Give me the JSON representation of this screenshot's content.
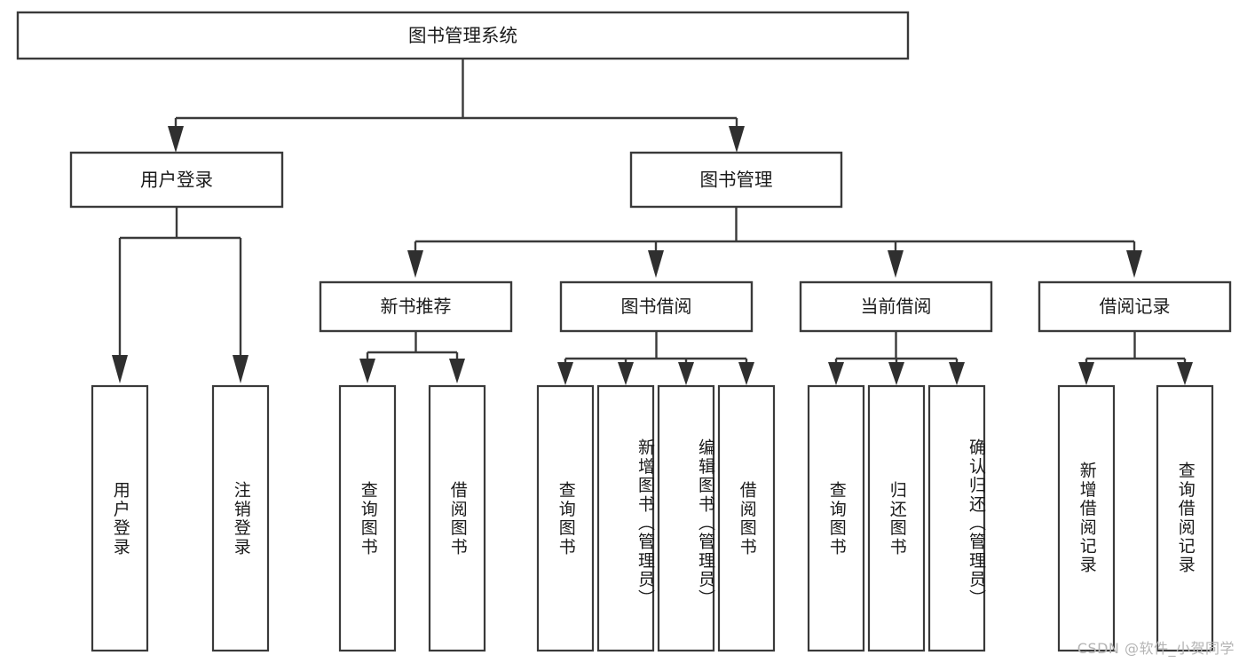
{
  "diagram": {
    "title": "图书管理系统",
    "type": "tree-hierarchy",
    "root": {
      "id": "root",
      "label": "图书管理系统"
    },
    "level2": [
      {
        "id": "user-login",
        "label": "用户登录"
      },
      {
        "id": "book-manage",
        "label": "图书管理"
      }
    ],
    "level3": [
      {
        "id": "new-book-rec",
        "label": "新书推荐",
        "parent": "book-manage"
      },
      {
        "id": "book-borrow",
        "label": "图书借阅",
        "parent": "book-manage"
      },
      {
        "id": "current-borrow",
        "label": "当前借阅",
        "parent": "book-manage"
      },
      {
        "id": "borrow-record",
        "label": "借阅记录",
        "parent": "book-manage"
      }
    ],
    "leaves": [
      {
        "id": "leaf-user-login",
        "label": "用户登录",
        "parent": "user-login"
      },
      {
        "id": "leaf-logout",
        "label": "注销登录",
        "parent": "user-login"
      },
      {
        "id": "leaf-query-book-1",
        "label": "查询图书",
        "parent": "new-book-rec"
      },
      {
        "id": "leaf-borrow-book-1",
        "label": "借阅图书",
        "parent": "new-book-rec"
      },
      {
        "id": "leaf-query-book-2",
        "label": "查询图书",
        "parent": "book-borrow"
      },
      {
        "id": "leaf-add-book",
        "label": "新增图书（管理员）",
        "parent": "book-borrow"
      },
      {
        "id": "leaf-edit-book",
        "label": "编辑图书（管理员）",
        "parent": "book-borrow"
      },
      {
        "id": "leaf-borrow-book-2",
        "label": "借阅图书",
        "parent": "book-borrow"
      },
      {
        "id": "leaf-query-book-3",
        "label": "查询图书",
        "parent": "current-borrow"
      },
      {
        "id": "leaf-return-book",
        "label": "归还图书",
        "parent": "current-borrow"
      },
      {
        "id": "leaf-confirm-return",
        "label": "确认归还（管理员）",
        "parent": "current-borrow"
      },
      {
        "id": "leaf-add-record",
        "label": "新增借阅记录",
        "parent": "borrow-record"
      },
      {
        "id": "leaf-query-record",
        "label": "查询借阅记录",
        "parent": "borrow-record"
      }
    ],
    "colors": {
      "box_stroke": "#3a3a3a",
      "box_fill": "#ffffff",
      "text": "#1a1a1a",
      "connector": "#3a3a3a",
      "background": "#ffffff",
      "watermark": "#b4b4b4"
    }
  },
  "watermark": {
    "text": "CSDN @软件_小贺同学"
  }
}
